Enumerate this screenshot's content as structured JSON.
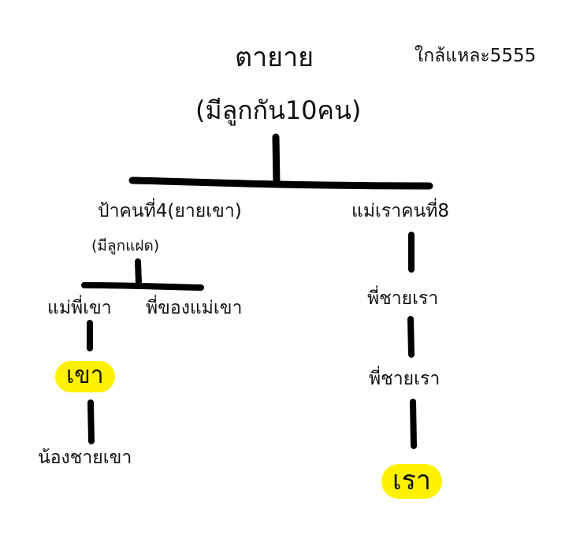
{
  "tree": {
    "root_title": "ตายาย",
    "root_subtitle": "(มีลูกกัน10คน)",
    "side_note": "ใกล้แหละ5555",
    "left_branch": {
      "aunt": "ป้าคนที่4(ยายเขา)",
      "aunt_note": "(มีลูกแฝด)",
      "twin_1": "แม่พี่เขา",
      "twin_2": "พี่ของแม่เขา",
      "him": "เขา",
      "his_brother": "น้องชายเขา"
    },
    "right_branch": {
      "mother": "แม่เราคนที่8",
      "brother_1": "พี่ชายเรา",
      "brother_2": "พี่ชายเรา",
      "me": "เรา"
    },
    "highlight_color": "#fff200"
  }
}
